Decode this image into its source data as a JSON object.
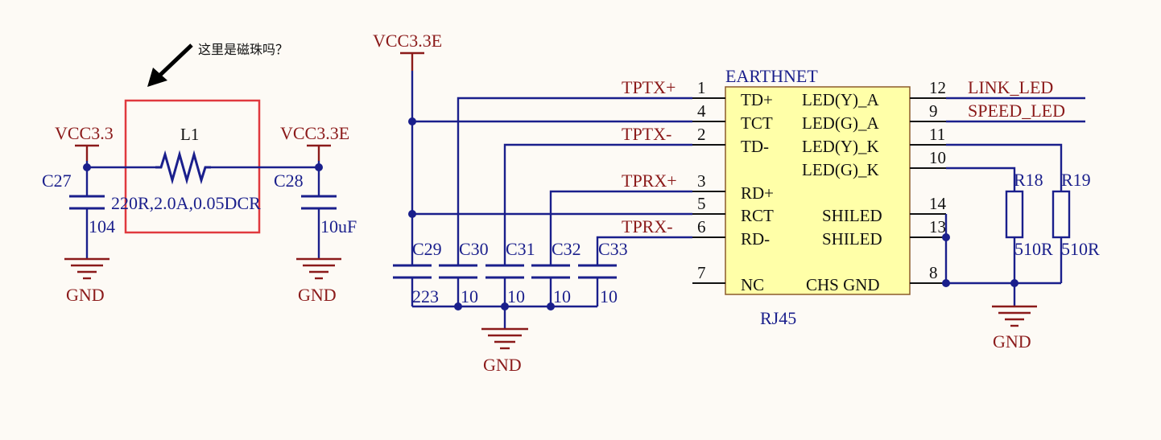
{
  "annotation": {
    "text": "这里是磁珠吗？"
  },
  "components": {
    "L1": {
      "ref": "L1",
      "value": "220R,2.0A,0.05DCR"
    },
    "C27": {
      "ref": "C27",
      "value": "104"
    },
    "C28": {
      "ref": "C28",
      "value": "10uF"
    },
    "C29": {
      "ref": "C29",
      "value": "223"
    },
    "C30": {
      "ref": "C30",
      "value": "10"
    },
    "C31": {
      "ref": "C31",
      "value": "10"
    },
    "C32": {
      "ref": "C32",
      "value": "10"
    },
    "C33": {
      "ref": "C33",
      "value": "10"
    },
    "R18": {
      "ref": "R18",
      "value": "510R"
    },
    "R19": {
      "ref": "R19",
      "value": "510R"
    }
  },
  "power": {
    "vcc33": "VCC3.3",
    "vcc33e_left": "VCC3.3E",
    "vcc33e_top": "VCC3.3E",
    "gnd": "GND"
  },
  "connector": {
    "name": "EARTHNET",
    "ref": "RJ45",
    "left_pins": [
      {
        "num": "1",
        "label": "TD+",
        "net": "TPTX+"
      },
      {
        "num": "4",
        "label": "TCT",
        "net": ""
      },
      {
        "num": "2",
        "label": "TD-",
        "net": "TPTX-"
      },
      {
        "num": "3",
        "label": "RD+",
        "net": "TPRX+"
      },
      {
        "num": "5",
        "label": "RCT",
        "net": ""
      },
      {
        "num": "6",
        "label": "RD-",
        "net": "TPRX-"
      },
      {
        "num": "7",
        "label": "NC",
        "net": ""
      }
    ],
    "right_pins": [
      {
        "num": "12",
        "label": "LED(Y)_A",
        "net": "LINK_LED"
      },
      {
        "num": "9",
        "label": "LED(G)_A",
        "net": "SPEED_LED"
      },
      {
        "num": "11",
        "label": "LED(Y)_K",
        "net": ""
      },
      {
        "num": "10",
        "label": "LED(G)_K",
        "net": ""
      },
      {
        "num": "14",
        "label": "SHILED",
        "net": ""
      },
      {
        "num": "13",
        "label": "SHILED",
        "net": ""
      },
      {
        "num": "8",
        "label": "CHS GND",
        "net": ""
      }
    ]
  },
  "colors": {
    "wire": "#1a1f8c",
    "power": "#8b1a1a",
    "connector_fill": "#ffffa8",
    "highlight_box": "#e0393e"
  }
}
